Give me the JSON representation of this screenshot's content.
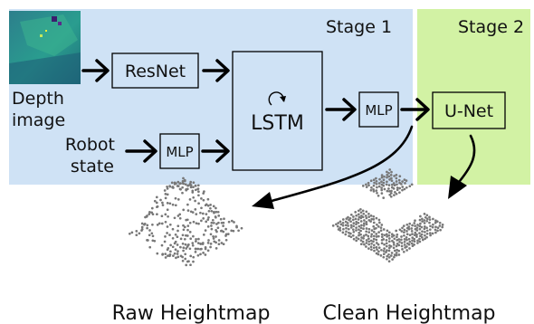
{
  "stages": {
    "stage1": {
      "title": "Stage 1",
      "color": "#cfe2f5"
    },
    "stage2": {
      "title": "Stage 2",
      "color": "#d2f2a4"
    }
  },
  "inputs": {
    "depth": [
      "Depth",
      "image"
    ],
    "robot": [
      "Robot",
      "state"
    ]
  },
  "blocks": {
    "resnet": "ResNet",
    "mlp_state": "MLP",
    "lstm": "LSTM",
    "mlp_out": "MLP",
    "unet": "U-Net"
  },
  "outputs": {
    "raw": "Raw Heightmap",
    "clean": "Clean Heightmap"
  },
  "icons": {
    "recurrence": "loop-arrow-icon",
    "depth_image": "depth-image-thumbnail"
  }
}
